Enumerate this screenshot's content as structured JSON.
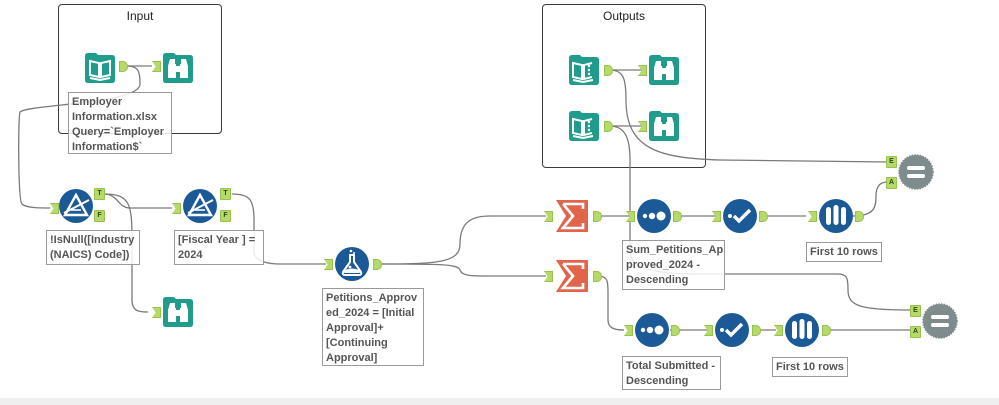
{
  "containers": {
    "input": {
      "title": "Input"
    },
    "outputs": {
      "title": "Outputs"
    }
  },
  "tools": {
    "input_data": {
      "type": "input-data",
      "annotation": "Employer\nInformation.xlsx\nQuery=`Employer\nInformation$`"
    },
    "browse_input": {
      "type": "browse"
    },
    "filter_industry": {
      "type": "filter",
      "annotation": "!IsNull([Industry\n(NAICS) Code])",
      "anchors": {
        "true": "T",
        "false": "F"
      }
    },
    "browse_filter_false": {
      "type": "browse"
    },
    "filter_year": {
      "type": "filter",
      "annotation": "[Fiscal Year   ] =\n2024",
      "anchors": {
        "true": "T",
        "false": "F"
      }
    },
    "formula": {
      "type": "formula",
      "annotation": "Petitions_Approv\ned_2024 = [Initial\nApproval]+\n[Continuing\nApproval]"
    },
    "summarize_1": {
      "type": "summarize"
    },
    "summarize_2": {
      "type": "summarize"
    },
    "sort_1": {
      "type": "sort",
      "annotation": "Sum_Petitions_Ap\nproved_2024 -\nDescending"
    },
    "sort_2": {
      "type": "sort",
      "annotation": "Total Submitted -\nDescending"
    },
    "select_1": {
      "type": "select"
    },
    "select_2": {
      "type": "select"
    },
    "sample_1": {
      "type": "sample",
      "annotation": "First 10 rows"
    },
    "sample_2": {
      "type": "sample",
      "annotation": "First 10 rows"
    },
    "output_1": {
      "type": "output-data"
    },
    "output_2": {
      "type": "output-data"
    },
    "browse_output_1": {
      "type": "browse"
    },
    "browse_output_2": {
      "type": "browse"
    },
    "compare_1": {
      "type": "expect-equal",
      "anchors": {
        "expected": "E",
        "actual": "A"
      }
    },
    "compare_2": {
      "type": "expect-equal",
      "anchors": {
        "expected": "E",
        "actual": "A"
      }
    }
  },
  "colors": {
    "teal": "#1f9c8c",
    "navy": "#1b5a96",
    "orange": "#e0654a",
    "gray": "#7f8c8d",
    "anchor": "#b5d96a"
  }
}
